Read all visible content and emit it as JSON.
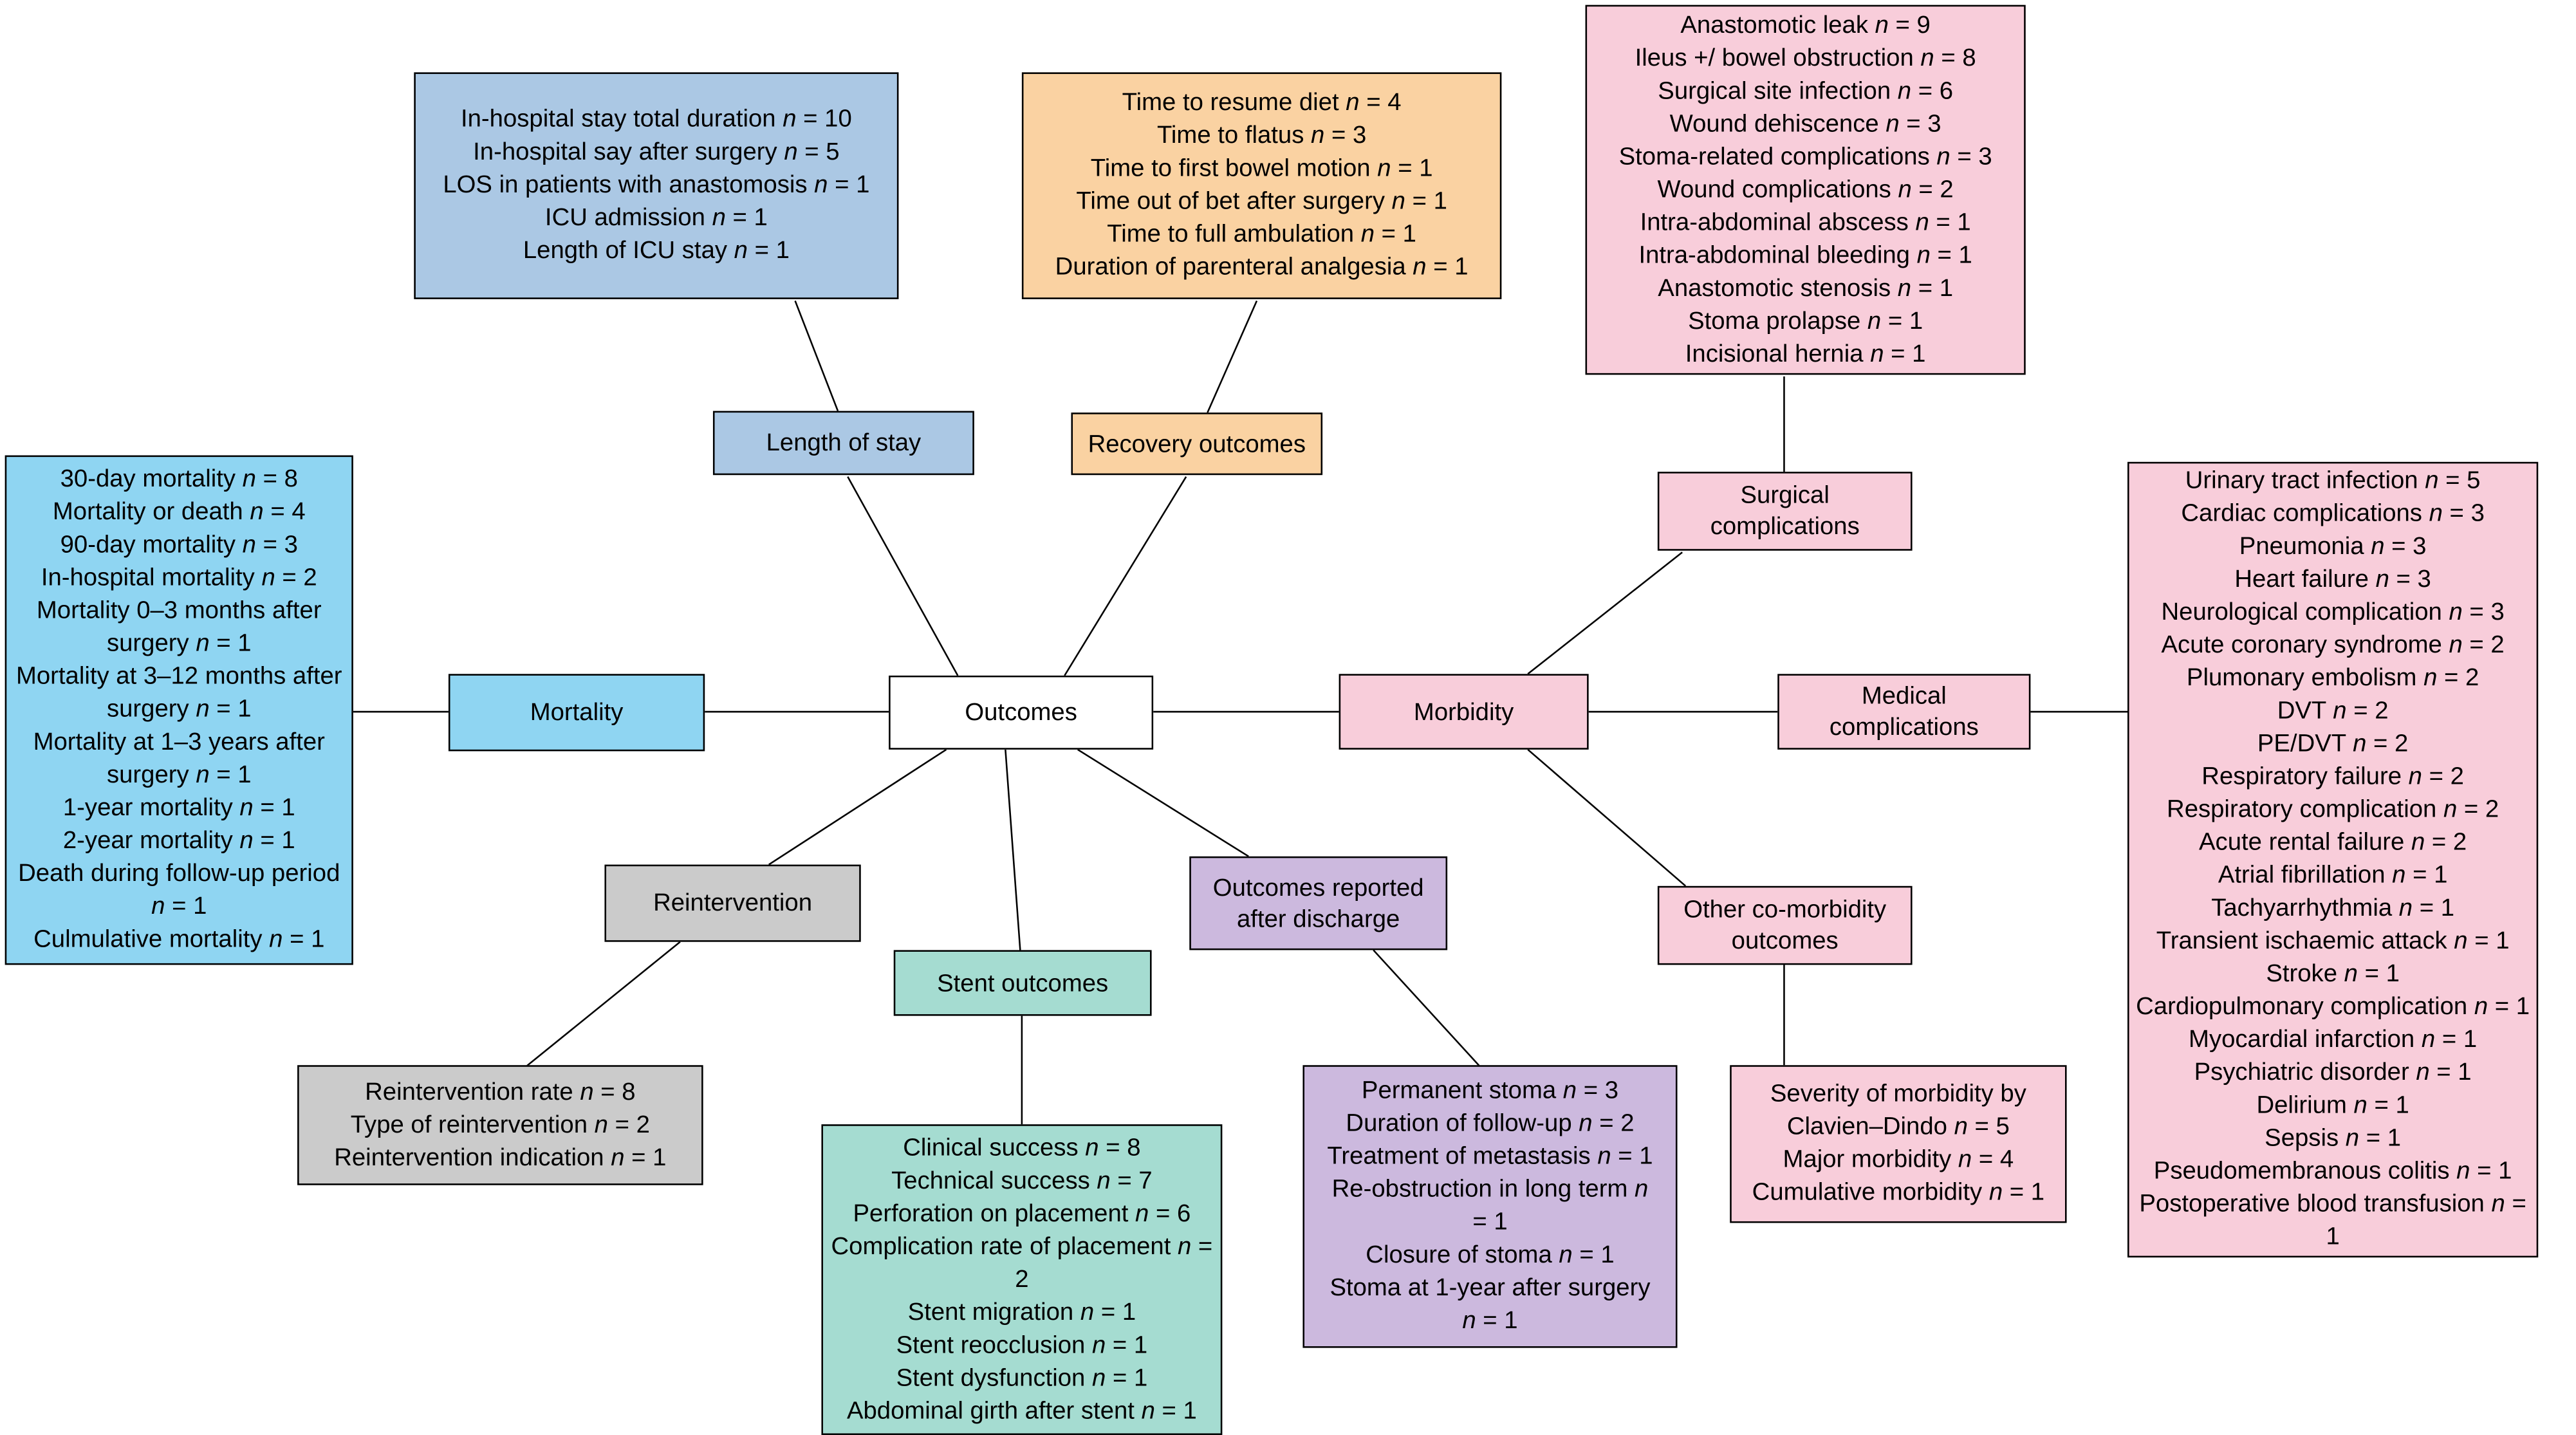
{
  "root": {
    "label": "Outcomes"
  },
  "palette": {
    "outcomes": "#ffffff",
    "mortality": "#8fd5f2",
    "length_of_stay": "#abc8e4",
    "recovery": "#fad2a2",
    "morbidity": "#f8cdda",
    "reintervention": "#cbcbcb",
    "stent": "#a5dcd1",
    "after_discharge": "#ccb9de",
    "line": "#000000"
  },
  "nodes": {
    "mortality": {
      "label": "Mortality",
      "items": [
        "30-day mortality n = 8",
        "Mortality or death n = 4",
        "90-day mortality n = 3",
        "In-hospital mortality n = 2",
        "Mortality 0–3 months after surgery n = 1",
        "Mortality at 3–12 months after surgery n = 1",
        "Mortality at 1–3 years after surgery n = 1",
        "1-year mortality n = 1",
        "2-year mortality n = 1",
        "Death during follow-up period n = 1",
        "Culmulative mortality n = 1"
      ]
    },
    "length_of_stay": {
      "label": "Length of stay",
      "items": [
        "In-hospital stay total duration n = 10",
        "In-hospital say after surgery n = 5",
        "LOS in patients with anastomosis n = 1",
        "ICU admission n = 1",
        "Length of ICU stay n = 1"
      ]
    },
    "recovery": {
      "label": "Recovery outcomes",
      "items": [
        "Time to resume diet n = 4",
        "Time to flatus n = 3",
        "Time to first bowel motion n = 1",
        "Time out of bet after surgery n = 1",
        "Time to full ambulation n = 1",
        "Duration of parenteral analgesia n = 1"
      ]
    },
    "morbidity": {
      "label": "Morbidity"
    },
    "surgical_complications": {
      "label": "Surgical complications",
      "items": [
        "Anastomotic leak n = 9",
        "Ileus +/ bowel obstruction n = 8",
        "Surgical site infection n = 6",
        "Wound dehiscence n = 3",
        "Stoma-related complications n = 3",
        "Wound complications n = 2",
        "Intra-abdominal abscess n = 1",
        "Intra-abdominal bleeding n = 1",
        "Anastomotic stenosis n = 1",
        "Stoma prolapse n = 1",
        "Incisional hernia n = 1"
      ]
    },
    "medical_complications": {
      "label": "Medical complications",
      "items": [
        "Urinary tract infection n = 5",
        "Cardiac complications n = 3",
        "Pneumonia n = 3",
        "Heart failure n = 3",
        "Neurological complication n = 3",
        "Acute coronary syndrome n = 2",
        "Plumonary embolism n = 2",
        "DVT n = 2",
        "PE/DVT n = 2",
        "Respiratory failure n = 2",
        "Respiratory complication n = 2",
        "Acute rental failure n = 2",
        "Atrial fibrillation n = 1",
        "Tachyarrhythmia n = 1",
        "Transient ischaemic attack n = 1",
        "Stroke n = 1",
        "Cardiopulmonary complication n = 1",
        "Myocardial infarction n = 1",
        "Psychiatric disorder n = 1",
        "Delirium n = 1",
        "Sepsis n = 1",
        "Pseudomembranous colitis n = 1",
        "Postoperative blood transfusion n = 1"
      ]
    },
    "other_comorbidity": {
      "label": "Other co-morbidity outcomes",
      "items": [
        "Severity of morbidity by Clavien–Dindo n = 5",
        "Major morbidity n = 4",
        "Cumulative morbidity n = 1"
      ]
    },
    "reintervention": {
      "label": "Reintervention",
      "items": [
        "Reintervention rate n = 8",
        "Type of reintervention n = 2",
        "Reintervention indication n = 1"
      ]
    },
    "stent": {
      "label": "Stent outcomes",
      "items": [
        "Clinical success n = 8",
        "Technical success n = 7",
        "Perforation on placement n = 6",
        "Complication rate of placement n = 2",
        "Stent migration n = 1",
        "Stent reocclusion n = 1",
        "Stent dysfunction n = 1",
        "Abdominal girth after stent n = 1"
      ]
    },
    "after_discharge": {
      "label": "Outcomes reported after discharge",
      "items": [
        "Permanent stoma n = 3",
        "Duration of follow-up n = 2",
        "Treatment of metastasis n = 1",
        "Re-obstruction in long term n = 1",
        "Closure of stoma n = 1",
        "Stoma at 1-year after surgery n = 1"
      ]
    }
  },
  "edges": [
    {
      "from": "outcomes",
      "to": "mortality"
    },
    {
      "from": "outcomes",
      "to": "length_of_stay"
    },
    {
      "from": "outcomes",
      "to": "recovery"
    },
    {
      "from": "outcomes",
      "to": "morbidity"
    },
    {
      "from": "outcomes",
      "to": "reintervention"
    },
    {
      "from": "outcomes",
      "to": "stent"
    },
    {
      "from": "outcomes",
      "to": "after_discharge"
    },
    {
      "from": "morbidity",
      "to": "surgical_complications"
    },
    {
      "from": "morbidity",
      "to": "medical_complications"
    },
    {
      "from": "morbidity",
      "to": "other_comorbidity"
    }
  ]
}
